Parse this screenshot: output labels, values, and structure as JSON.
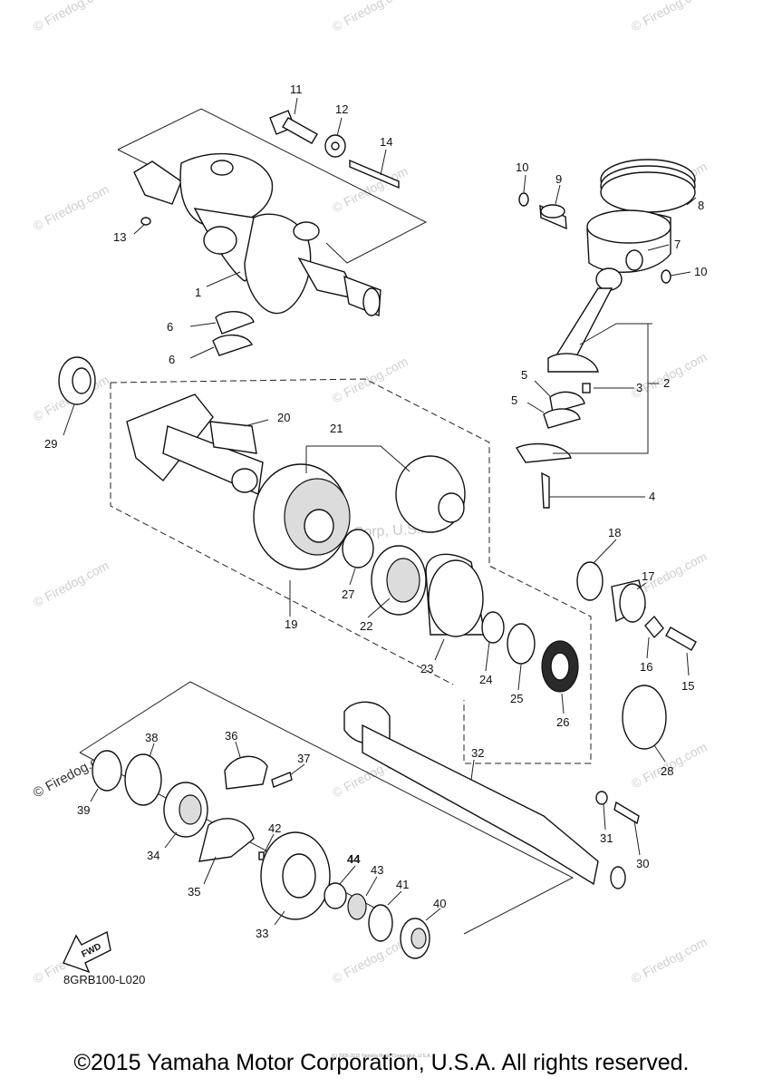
{
  "diagram": {
    "drawing_code": "8GRB100-L020",
    "fwd_label": "FWD",
    "watermark": "© Firedog.com",
    "center_watermark": "Yamaha Motor Corp, U.S.A.",
    "copyright": "©2015 Yamaha Motor Corporation, U.S.A. All rights reserved.",
    "micro_copyright": "(c) 2005-2015 Yamaha Motor Corporation, U.S.A.",
    "callouts": [
      "1",
      "2",
      "3",
      "4",
      "5",
      "5",
      "6",
      "6",
      "7",
      "8",
      "9",
      "10",
      "10",
      "11",
      "12",
      "13",
      "14",
      "15",
      "16",
      "17",
      "18",
      "19",
      "20",
      "21",
      "22",
      "23",
      "24",
      "25",
      "26",
      "27",
      "28",
      "29",
      "30",
      "31",
      "32",
      "33",
      "34",
      "35",
      "36",
      "37",
      "38",
      "39",
      "40",
      "41",
      "42",
      "43",
      "44"
    ]
  }
}
